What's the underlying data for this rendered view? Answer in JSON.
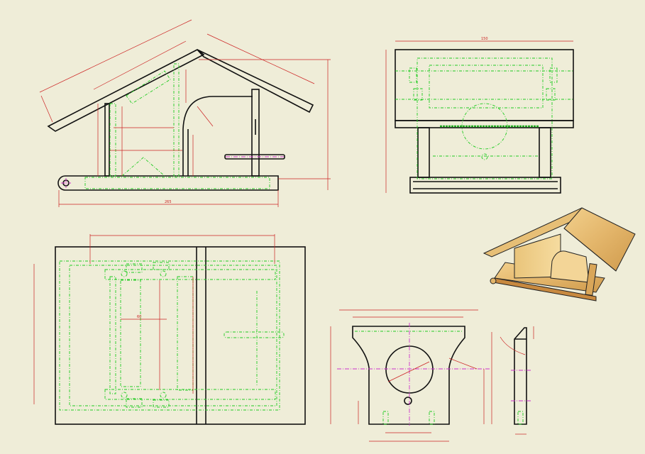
{
  "drawing": {
    "views": [
      "front-view",
      "side-view",
      "top-view",
      "roof-gable-part",
      "side-part",
      "isometric-render"
    ],
    "colors": {
      "background": "#efedd8",
      "outline": "#111111",
      "hidden_lines": "#22cc22",
      "dimensions": "#cc2222",
      "centerlines": "#cc33cc",
      "wood": "#e3b56a"
    },
    "dimensions": {
      "front_base_length": "265",
      "top_width": "150",
      "top_inner": "60"
    }
  }
}
